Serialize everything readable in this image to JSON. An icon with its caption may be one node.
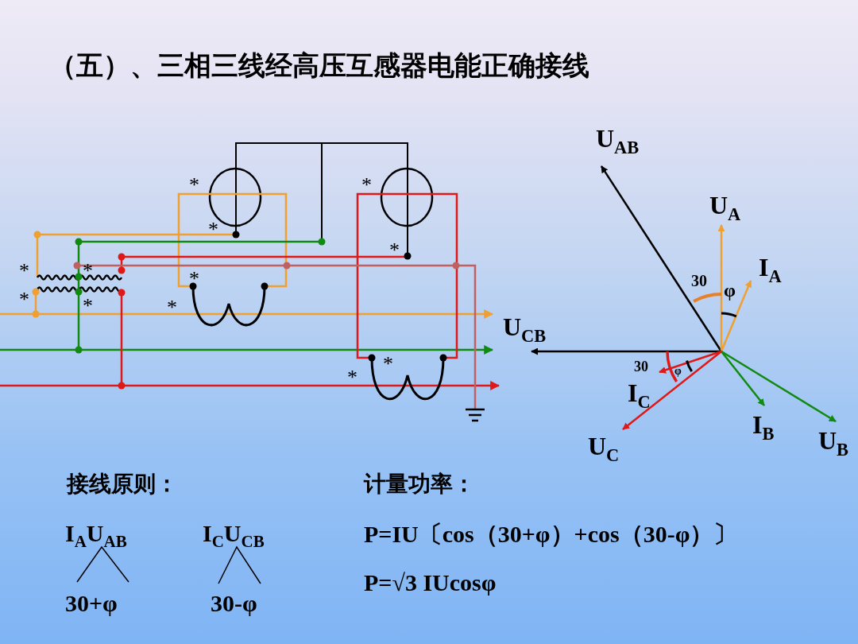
{
  "diagram": {
    "title": "（五）、三相三线经高压互感器电能正确接线",
    "labels": [
      "U$_{AB}$",
      "*",
      "*",
      "U$_{A}$",
      "*",
      "*",
      "*",
      "*",
      "I$_{A}$",
      "30",
      "φ",
      "*",
      "*",
      "*",
      "*",
      "U$_{CB}$",
      "*",
      "*",
      "30",
      "φ",
      "I$_{C}$",
      "I$_{B}$",
      "U$_{C}$",
      "U$_{B}$",
      "接线原则：",
      "计量功率：",
      "I$_{A}$U$_{AB}$",
      "I$_{C}$U$_{CB}$",
      "P=IU〔cos（30+φ）+cos（30-φ）〕",
      "P=√3 IUcosφ",
      "30+φ",
      "30-φ"
    ]
  }
}
